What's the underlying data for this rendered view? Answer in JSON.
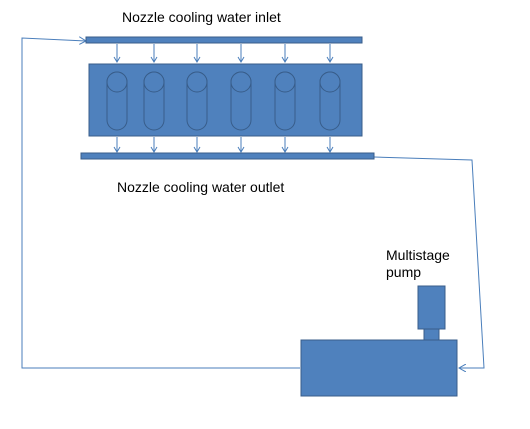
{
  "labels": {
    "inlet": "Nozzle cooling water inlet",
    "outlet": "Nozzle cooling water outlet",
    "pump": "Multistage pump"
  },
  "colors": {
    "fill": "#4f81bd",
    "stroke": "#385d8a",
    "line": "#4a7ebb"
  },
  "nozzle_count": 6
}
